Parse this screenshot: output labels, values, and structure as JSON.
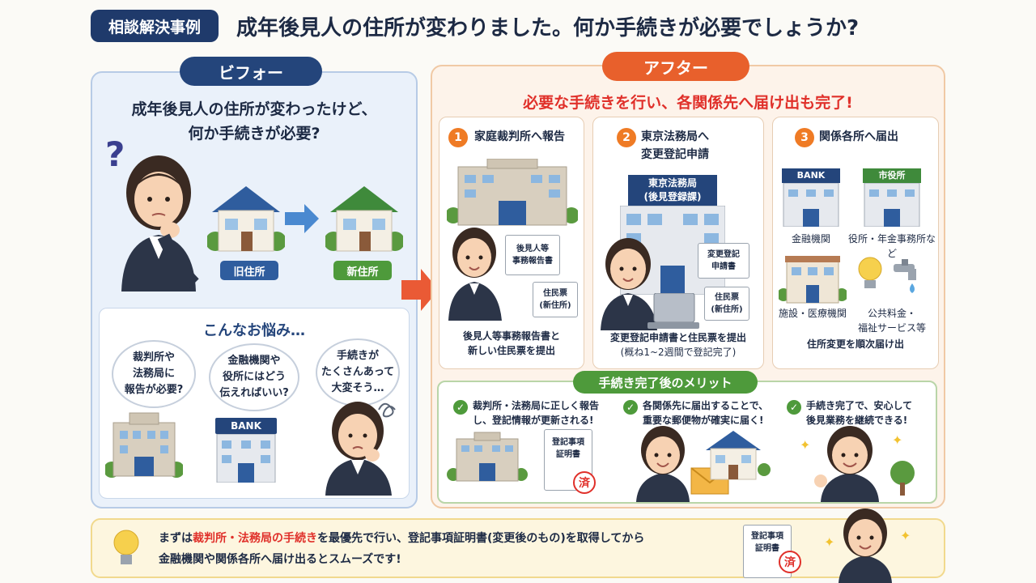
{
  "header": {
    "badge": "相談解決事例",
    "title": "成年後見人の住所が変わりました。何か手続きが必要でしょうか?"
  },
  "before": {
    "tab": "ビフォー",
    "question_line1": "成年後見人の住所が変わったけど、",
    "question_line2": "何か手続きが必要?",
    "question_mark": "?",
    "old_address": "旧住所",
    "new_address": "新住所",
    "worries_title": "こんなお悩み…",
    "worries": [
      {
        "l1": "裁判所や",
        "l2": "法務局に",
        "l3": "報告が必要?"
      },
      {
        "l1": "金融機関や",
        "l2": "役所にはどう",
        "l3": "伝えればいい?"
      },
      {
        "l1": "手続きが",
        "l2": "たくさんあって",
        "l3": "大変そう…"
      }
    ],
    "bank_sign": "BANK"
  },
  "after": {
    "tab": "アフター",
    "headline": "必要な手続きを行い、各関係先へ届け出も完了!",
    "steps": [
      {
        "num": "1",
        "title_l1": "家庭裁判所へ報告",
        "title_l2": "",
        "doc1_l1": "後見人等",
        "doc1_l2": "事務報告書",
        "doc2_l1": "住民票",
        "doc2_l2": "(新住所)",
        "caption_l1": "後見人等事務報告書と",
        "caption_l2": "新しい住民票を提出"
      },
      {
        "num": "2",
        "title_l1": "東京法務局へ",
        "title_l2": "変更登記申請",
        "sign_l1": "東京法務局",
        "sign_l2": "(後見登録課)",
        "doc1_l1": "変更登記",
        "doc1_l2": "申請書",
        "doc2_l1": "住民票",
        "doc2_l2": "(新住所)",
        "caption_l1": "変更登記申請書と住民票を提出",
        "caption_l2": "(概ね1~2週間で登記完了)"
      },
      {
        "num": "3",
        "title_l1": "関係各所へ届出",
        "title_l2": "",
        "bank_sign": "BANK",
        "cityhall_sign": "市役所",
        "label_bank": "金融機関",
        "label_cityhall": "役所・年金事務所など",
        "label_hospital": "施設・医療機関",
        "label_utility_l1": "公共料金・",
        "label_utility_l2": "福祉サービス等",
        "caption_l1": "住所変更を順次届け出",
        "caption_l2": ""
      }
    ],
    "merit": {
      "tab": "手続き完了後のメリット",
      "items": [
        {
          "l1": "裁判所・法務局に正しく報告",
          "l2": "し、登記情報が更新される!"
        },
        {
          "l1": "各関係先に届出することで、",
          "l2": "重要な郵便物が確実に届く!"
        },
        {
          "l1": "手続き完了で、安心して",
          "l2": "後見業務を継続できる!"
        }
      ],
      "doc_l1": "登記事項",
      "doc_l2": "証明書",
      "stamp": "済"
    }
  },
  "tip": {
    "prefix": "まずは",
    "highlight": "裁判所・法務局の手続き",
    "rest_l1": "を最優先で行い、登記事項証明書(変更後のもの)を取得してから",
    "line2": "金融機関や関係各所へ届け出るとスムーズです!",
    "doc_l1": "登記事項",
    "doc_l2": "証明書",
    "stamp": "済"
  },
  "colors": {
    "navy": "#1f3a6b",
    "orange": "#e8602c",
    "red": "#e0302a",
    "green": "#4e9a3b",
    "blue_label": "#2f5d9e"
  }
}
